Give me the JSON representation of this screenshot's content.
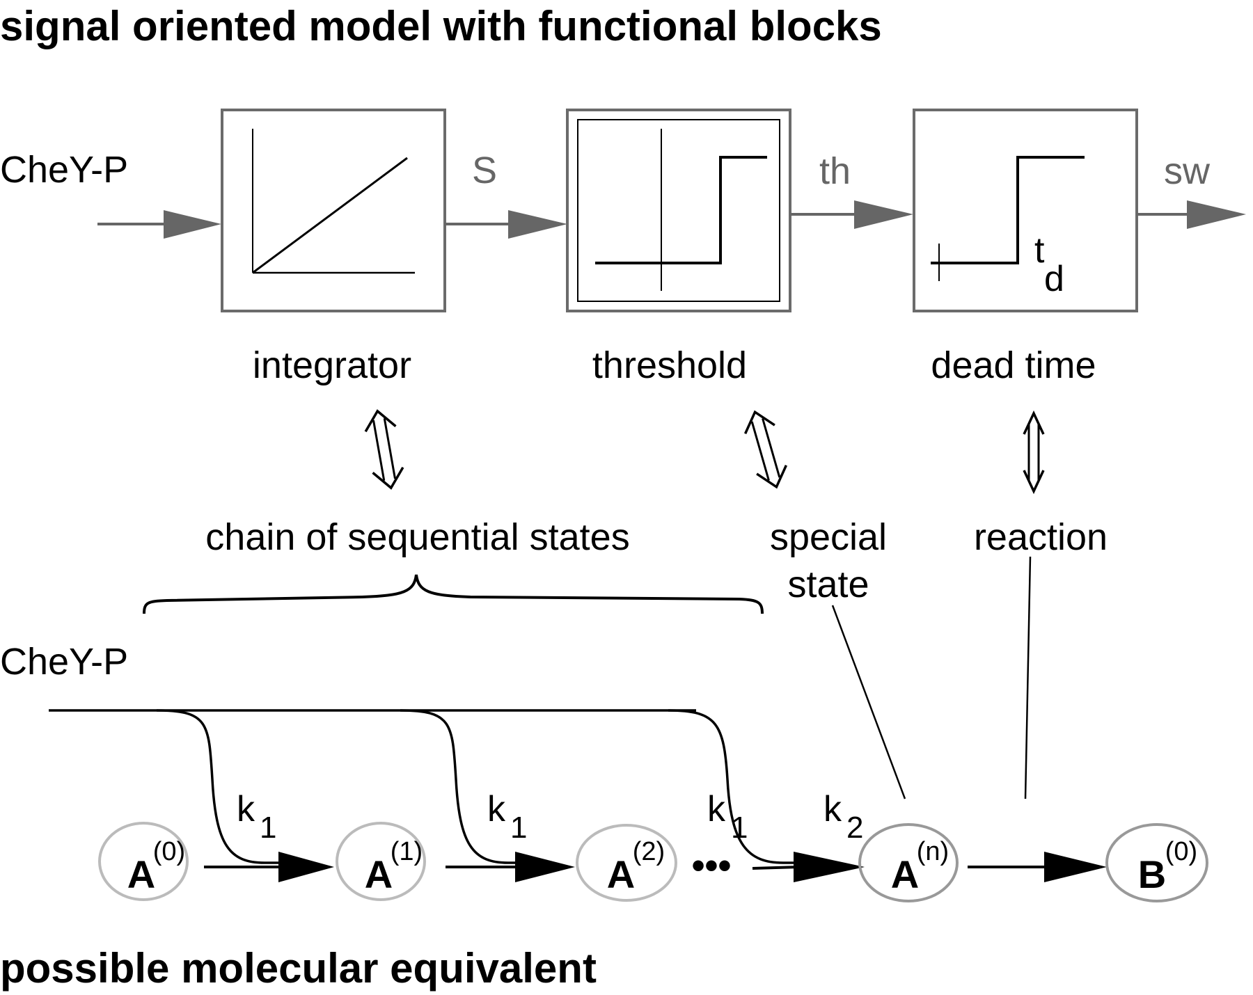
{
  "titles": {
    "top": "signal oriented model with functional blocks",
    "bottom": "possible molecular equivalent"
  },
  "signal_model": {
    "input_label": "CheY-P",
    "signals": [
      "S",
      "th",
      "sw"
    ],
    "blocks": [
      {
        "id": "integrator",
        "label": "integrator",
        "icon": "ramp-plot-icon"
      },
      {
        "id": "threshold",
        "label": "threshold",
        "icon": "step-threshold-icon"
      },
      {
        "id": "dead-time",
        "label": "dead time",
        "icon": "delayed-step-icon",
        "annotation_main": "t",
        "annotation_sub": "d"
      }
    ],
    "colors": {
      "signal_gray": "#666666",
      "box_gray": "#6b6b6b",
      "plot_black": "#000000"
    }
  },
  "correspondences": [
    {
      "from": "integrator",
      "to": "chain of sequential states"
    },
    {
      "from": "threshold",
      "to": "special state"
    },
    {
      "from": "dead time",
      "to": "reaction"
    }
  ],
  "molecular_model": {
    "input_label": "CheY-P",
    "group_labels": {
      "chain": "chain of sequential states",
      "special_line1": "special",
      "special_line2": "state",
      "reaction": "reaction"
    },
    "states": [
      {
        "main": "A",
        "sup": "(0)",
        "kind": "chain"
      },
      {
        "main": "A",
        "sup": "(1)",
        "kind": "chain"
      },
      {
        "main": "A",
        "sup": "(2)",
        "kind": "chain"
      },
      {
        "main": "A",
        "sup": "(n)",
        "kind": "special"
      },
      {
        "main": "B",
        "sup": "(0)",
        "kind": "special"
      }
    ],
    "ellipsis": "•••",
    "rates": [
      {
        "main": "k",
        "sub": "1"
      },
      {
        "main": "k",
        "sub": "1"
      },
      {
        "main": "k",
        "sub": "1"
      },
      {
        "main": "k",
        "sub": "2"
      }
    ],
    "colors": {
      "chain_state_outline": "#bbbbbb",
      "special_state_outline": "#999999"
    }
  }
}
